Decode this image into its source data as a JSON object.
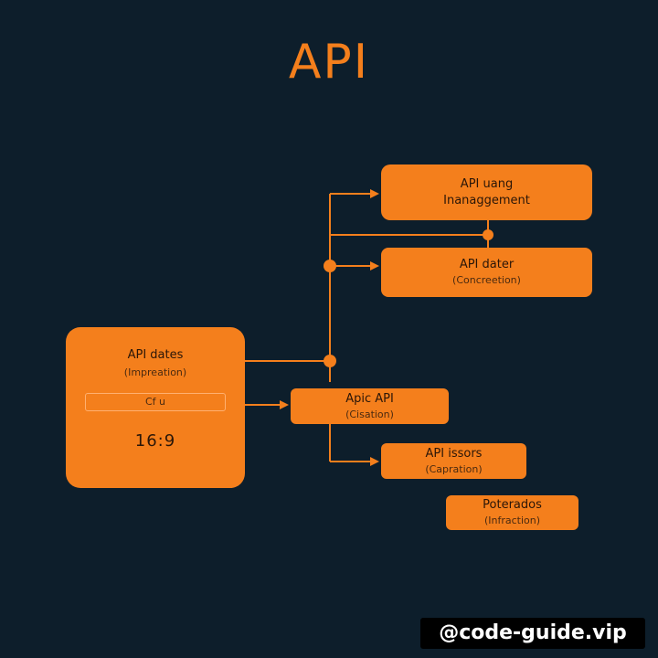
{
  "title": "API",
  "colors": {
    "background": "#0d1e2b",
    "accent": "#f47f1c",
    "node_text": "#2a1608",
    "watermark_bg": "#000000",
    "watermark_text": "#ffffff"
  },
  "nodes": {
    "main": {
      "line1": "API dates",
      "sub": "(Impreation)",
      "field": "Cf u",
      "ratio": "16:9"
    },
    "management": {
      "line1": "API uang",
      "line2": "Inanaggement"
    },
    "dater": {
      "line1": "API dater",
      "sub": "(Concreetion)"
    },
    "apic": {
      "line1": "Apic API",
      "sub": "(Cisation)"
    },
    "issors": {
      "line1": "API issors",
      "sub": "(Capration)"
    },
    "poterados": {
      "line1": "Poterados",
      "sub": "(Infraction)"
    }
  },
  "watermark": "@code-guide.vip"
}
